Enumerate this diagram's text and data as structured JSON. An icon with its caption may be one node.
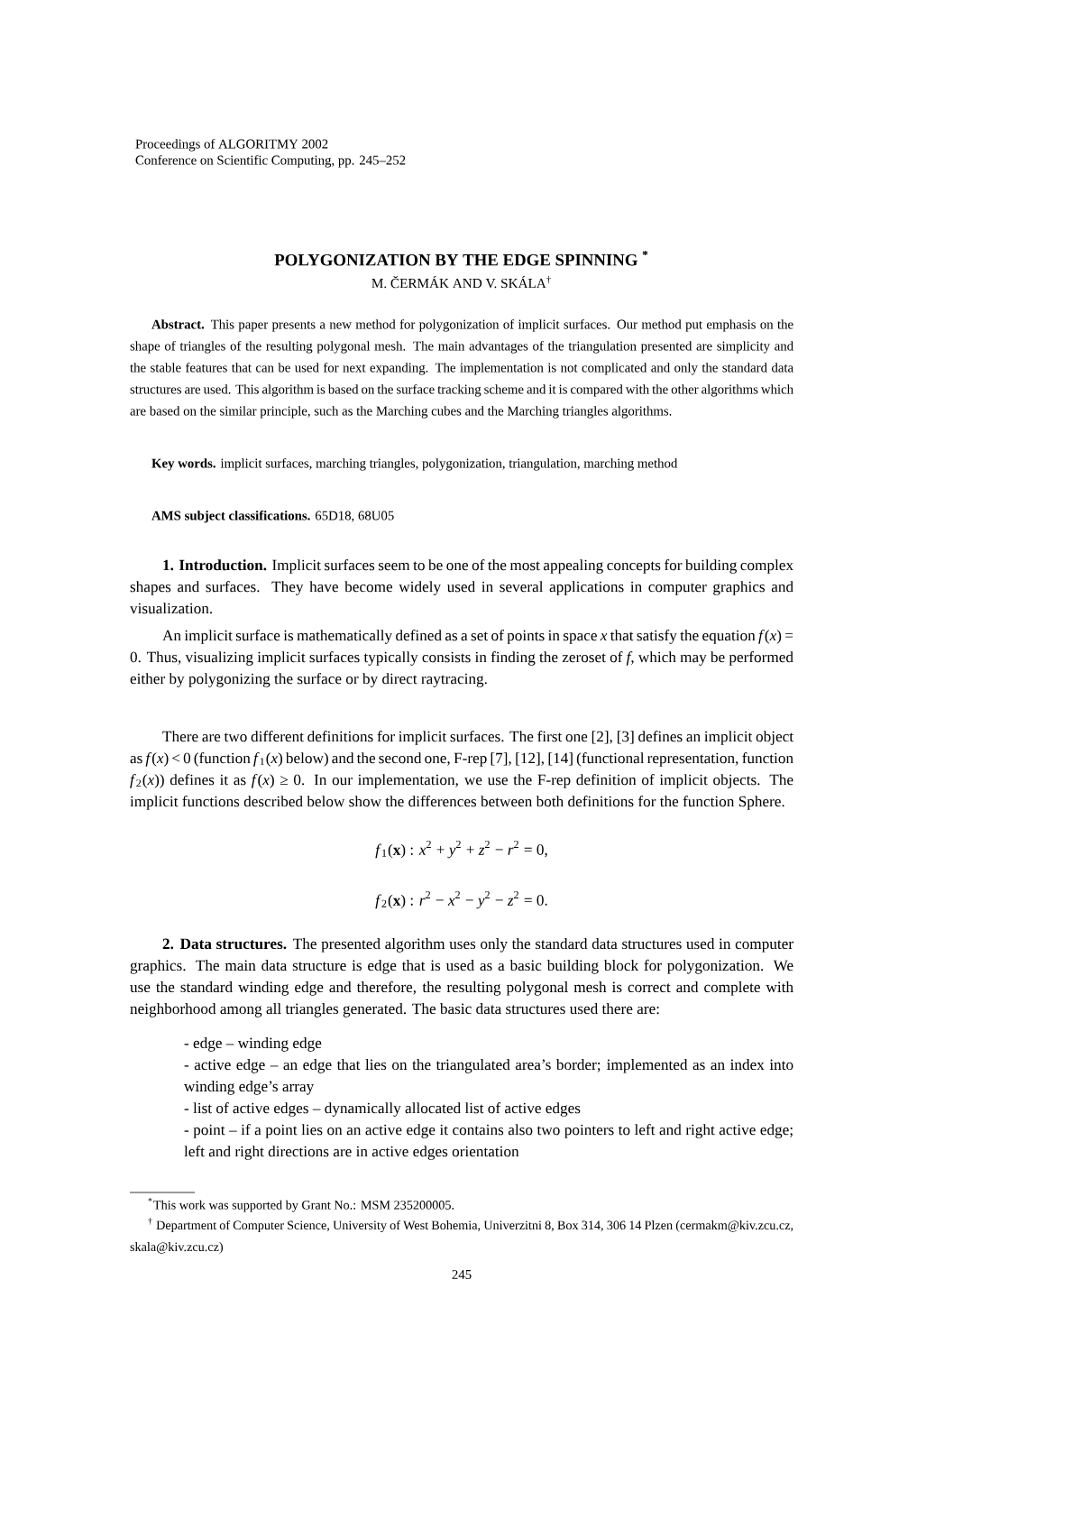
{
  "diagram": {
    "title": "POLYGONIZATION BY THE EDGE SPINNING $^{*}$",
    "labels": [
      "Proceedings of ALGORITMY 2002",
      "Conference on Scientific Computing, pp. 245–252",
      "M. ČERMÁK   AND V. SKÁLA$^{†}$",
      "**Abstract.** This paper presents a new method for polygonization of implicit surfaces. Our method put emphasis on the shape of triangles of the resulting polygonal mesh. The main advantages of the triangulation presented are simplicity and the stable features that can be used for next expanding. The implementation is not complicated and only the standard data structures are used. This algorithm is based on the surface tracking scheme and it is compared with the other algorithms which are based on the similar principle, such as the Marching cubes and the Marching triangles algorithms.",
      "**Key words.** implicit surfaces, marching triangles, polygonization, triangulation, marching method",
      "**AMS subject classifications.** 65D18, 68U05",
      "**1. Introduction.** Implicit surfaces seem to be one of the most appealing concepts for building complex shapes and surfaces. They have become widely used in several applications in computer graphics and visualization.",
      "An implicit surface is mathematically defined as a set of points in space *x* that satisfy the equation *f*(*x*) = 0. Thus, visualizing implicit surfaces typically consists in finding the zeroset of *f*, which may be performed either by polygonizing the surface or by direct raytracing.",
      "There are two different definitions for implicit surfaces. The first one [2], [3] defines an implicit object as *f*(*x*) < 0 (function *f*$_{1}$(*x*) below) and the second one, F-rep [7], [12], [14] (functional representation, function *f*$_{2}$(*x*)) defines it as *f*(*x*) ≥ 0. In our implementation, we use the F-rep definition of implicit objects. The implicit functions described below show the differences between both definitions for the function Sphere.",
      "*f*$_{1}$(**x**) : *x*$^{2}$ + *y*$^{2}$ + *z*$^{2}$ − *r*$^{2}$ = 0,",
      "*f*$_{2}$(**x**) : *r*$^{2}$ − *x*$^{2}$ − *y*$^{2}$ − *z*$^{2}$ = 0.",
      "**2. Data structures.** The presented algorithm uses only the standard data structures used in computer graphics. The main data structure is edge that is used as a basic building block for polygonization. We use the standard winding edge and therefore, the resulting polygonal mesh is correct and complete with neighborhood among all triangles generated. The basic data structures used there are:",
      "- edge – winding edge",
      "- active edge – an edge that lies on the triangulated area’s border; implemented as an index into winding edge’s array",
      "- list of active edges – dynamically allocated list of active edges",
      "- point – if a point lies on an active edge it contains also two pointers to left and right active edge; left and right directions are in active edges orientation",
      "$^{*}$This work was supported by Grant No.: MSM 235200005.",
      "$^{†}$ Department of Computer Science, University of West Bohemia, Univerzitni 8, Box 314, 306 14 Plzen (cermakm@kiv.zcu.cz, skala@kiv.zcu.cz)",
      "245"
    ]
  }
}
